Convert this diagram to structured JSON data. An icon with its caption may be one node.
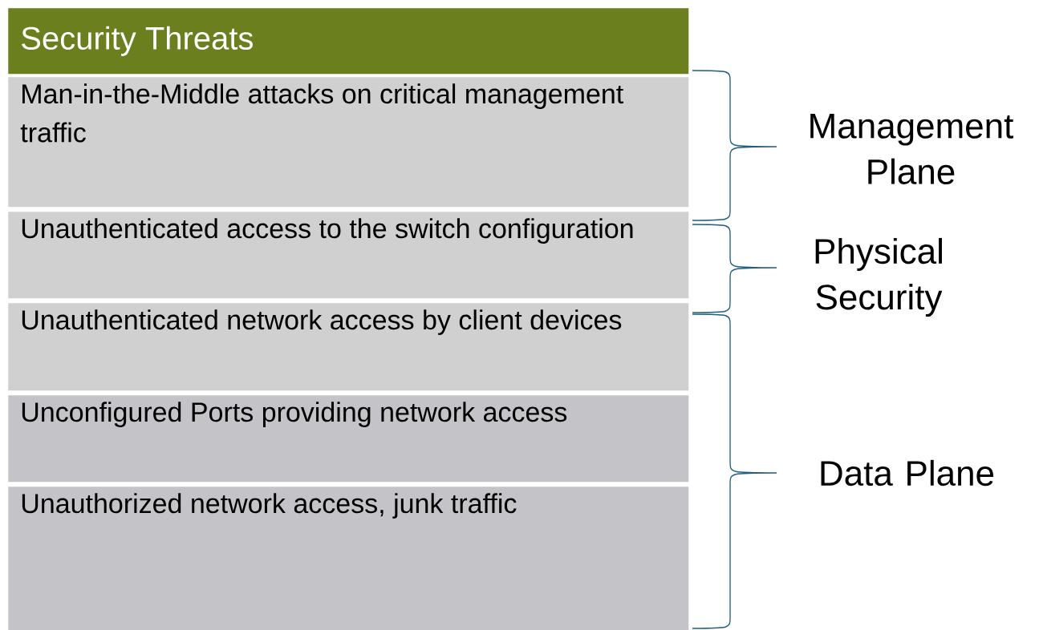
{
  "diagram": {
    "nodes": [
      {
        "text": [
          "Security Threats"
        ]
      },
      {
        "text": [
          "Man-in-the-Middle attacks on critical management traffic"
        ]
      },
      {
        "text": [
          "Unauthenticated access to the switch configuration"
        ]
      },
      {
        "text": [
          "Unauthenticated network access by client devices"
        ]
      },
      {
        "text": [
          "Unconfigured Ports providing network access"
        ]
      },
      {
        "text": [
          "Unauthorized network access, junk traffic"
        ]
      }
    ],
    "labels": [
      "Management Plane",
      "Physical Security",
      "Data Plane"
    ]
  }
}
